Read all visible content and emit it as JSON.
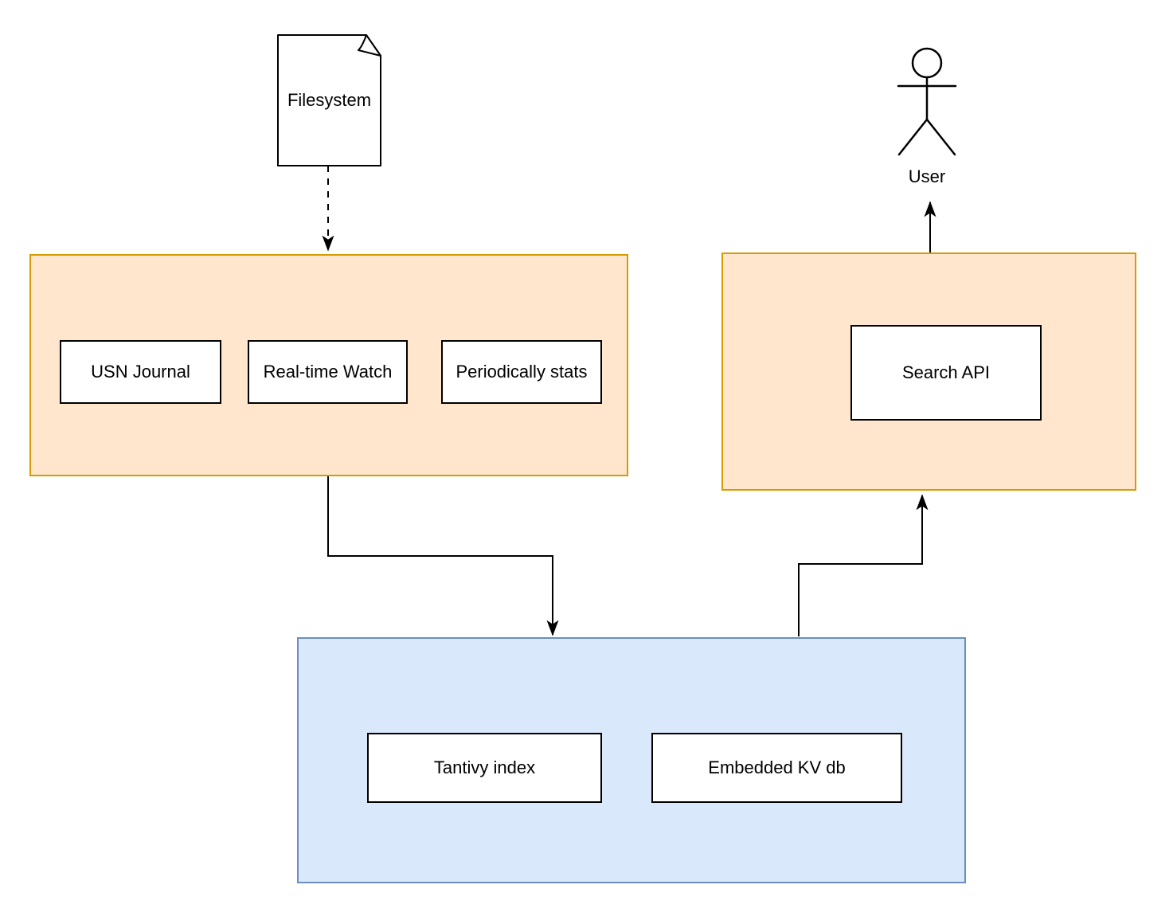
{
  "diagram": {
    "type": "architecture-diagram",
    "background": "#ffffff",
    "colors": {
      "orange_fill": "#ffe6cc",
      "orange_stroke": "#d79b00",
      "blue_fill": "#dae8fc",
      "blue_stroke": "#6c8ebf",
      "node_fill": "#ffffff",
      "node_stroke": "#000000",
      "connector": "#000000",
      "text": "#000000"
    },
    "filesystem": {
      "label": "Filesystem",
      "shape": "note"
    },
    "user": {
      "label": "User",
      "shape": "actor"
    },
    "ingest_group": {
      "items": [
        {
          "label": "USN Journal"
        },
        {
          "label": "Real-time Watch"
        },
        {
          "label": "Periodically stats"
        }
      ]
    },
    "api_group": {
      "items": [
        {
          "label": "Search API"
        }
      ]
    },
    "storage_group": {
      "items": [
        {
          "label": "Tantivy index"
        },
        {
          "label": "Embedded KV db"
        }
      ]
    },
    "edges": [
      {
        "from": "filesystem",
        "to": "ingest_group",
        "style": "dashed",
        "arrow": "end"
      },
      {
        "from": "ingest_group",
        "to": "storage_group",
        "style": "solid",
        "arrow": "end"
      },
      {
        "from": "storage_group",
        "to": "api_group",
        "style": "solid",
        "arrow": "end"
      },
      {
        "from": "api_group",
        "to": "user",
        "style": "solid",
        "arrow": "end"
      }
    ]
  }
}
